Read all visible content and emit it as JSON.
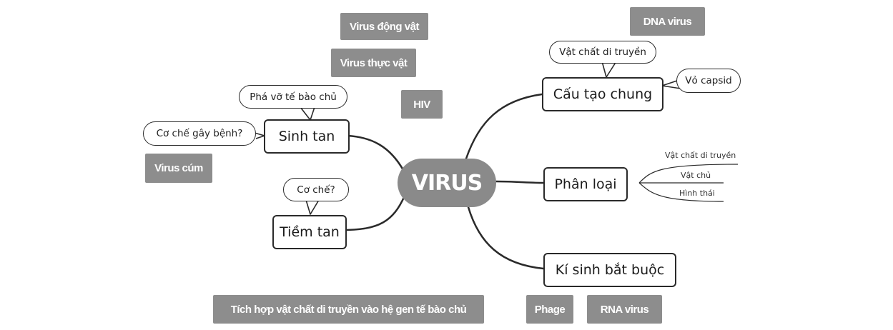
{
  "center": {
    "label": "VIRUS"
  },
  "gray_tags": {
    "animal_virus": "Virus động vật",
    "dna_virus": "DNA virus",
    "plant_virus": "Virus thực vật",
    "hiv": "HIV",
    "flu_virus": "Virus cúm",
    "integration": "Tích hợp vật chất di truyền vào hệ gen tế bào chủ",
    "phage": "Phage",
    "rna_virus": "RNA virus"
  },
  "branches": {
    "structure": {
      "label": "Cấu tạo chung",
      "bubbles": [
        "Vật chất di truyền",
        "Vỏ capsid"
      ]
    },
    "classification": {
      "label": "Phân loại",
      "leaves": [
        "Vật chất di truyền",
        "Vật chủ",
        "Hình thái"
      ]
    },
    "obligate": {
      "label": "Kí sinh bắt buộc"
    },
    "lytic": {
      "label": "Sinh tan",
      "bubbles": [
        "Phá vỡ tế bào chủ",
        "Cơ chế gây bệnh?"
      ]
    },
    "lysogenic": {
      "label": "Tiềm tan",
      "bubbles": [
        "Cơ chế?"
      ]
    }
  },
  "colors": {
    "tag_gray": "#8d8d8d",
    "line": "#2a2a2a",
    "center_gray": "#8a8a8a"
  }
}
